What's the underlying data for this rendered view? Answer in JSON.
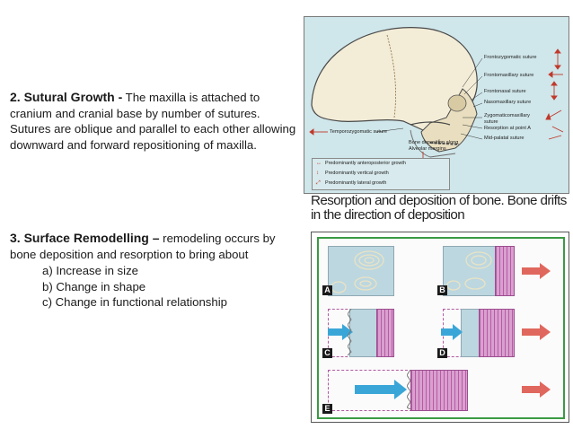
{
  "left": {
    "sutural_heading": "2. Sutural Growth -",
    "sutural_body": "The maxilla is attached to cranium and cranial base by number of sutures. Sutures are oblique and parallel to each other allowing downward and forward repositioning of maxilla.",
    "surface_heading": "3. Surface Remodelling –",
    "surface_body": "remodeling occurs by bone deposition and resorption to bring about",
    "surface_items": [
      "a) Increase in size",
      "b) Change in shape",
      "c) Change in functional relationship"
    ]
  },
  "skull_figure": {
    "labels": {
      "frontozygomatic": "Frontozygomatic suture",
      "frontomaxillary": "Frontomaxillary suture",
      "frontonasal": "Frontonasal suture",
      "nasomaxillary": "Nasomaxillary suture",
      "zygomaticomaxillary_1": "Zygomaticomaxillary",
      "zygomaticomaxillary_2": "suture",
      "resorption": "Resorption at point A",
      "midpalatal": "Mid-palatal suture",
      "temporozygomatic": "Temporozygomatic suture",
      "bone_dep_1": "Bone deposition along",
      "bone_dep_2": "Alveolar margins"
    },
    "legend": [
      "Predominantly anteroposterior growth",
      "Predominantly vertical growth",
      "Predominantly lateral growth"
    ]
  },
  "caption": "Resorption and deposition of bone. Bone drifts in the direction of deposition",
  "remodel_figure": {
    "panels": [
      "A",
      "B",
      "C",
      "D",
      "E"
    ]
  },
  "colors": {
    "accent_arrow": "#e0675d",
    "blue_arrow": "#3aa6d8",
    "bone": "#bcd7e0",
    "deposition": "#b85aa5",
    "frame_green": "#3b9a45"
  }
}
